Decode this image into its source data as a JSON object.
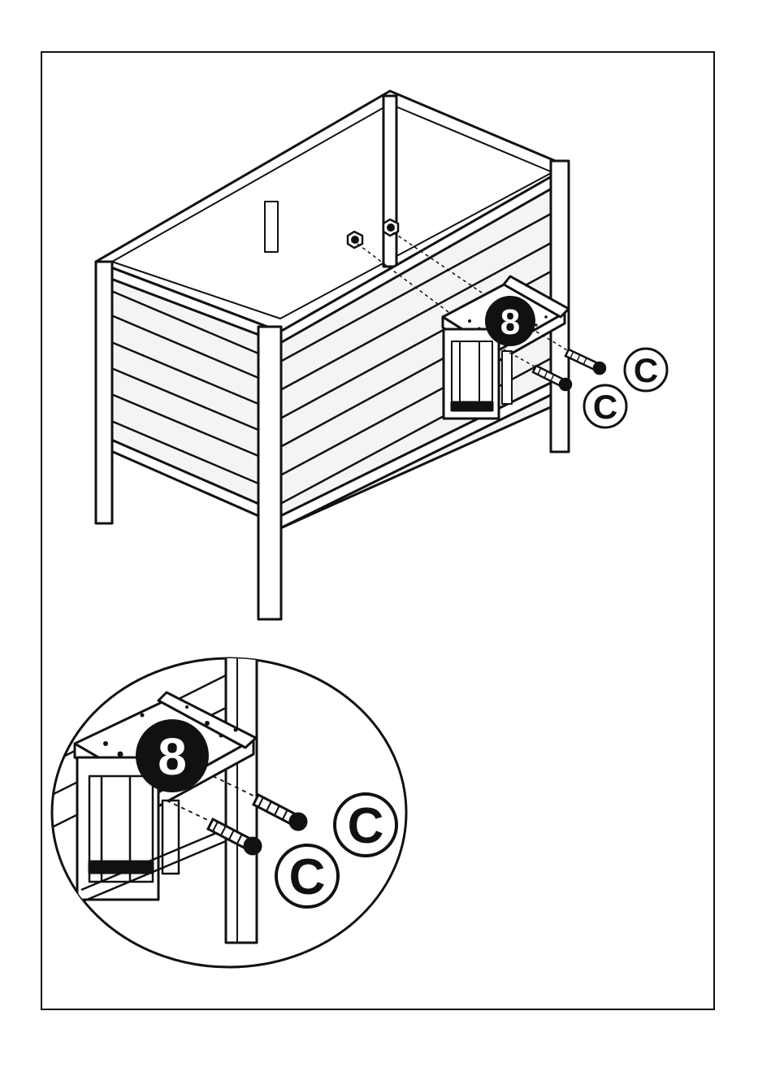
{
  "main_view": {
    "part_label": "8",
    "fastener_labels": [
      "C",
      "C"
    ]
  },
  "detail_view": {
    "part_label": "8",
    "fastener_labels": [
      "C",
      "C"
    ]
  },
  "colors": {
    "ink": "#111111",
    "paper": "#ffffff",
    "board": "#f4f4f4"
  }
}
